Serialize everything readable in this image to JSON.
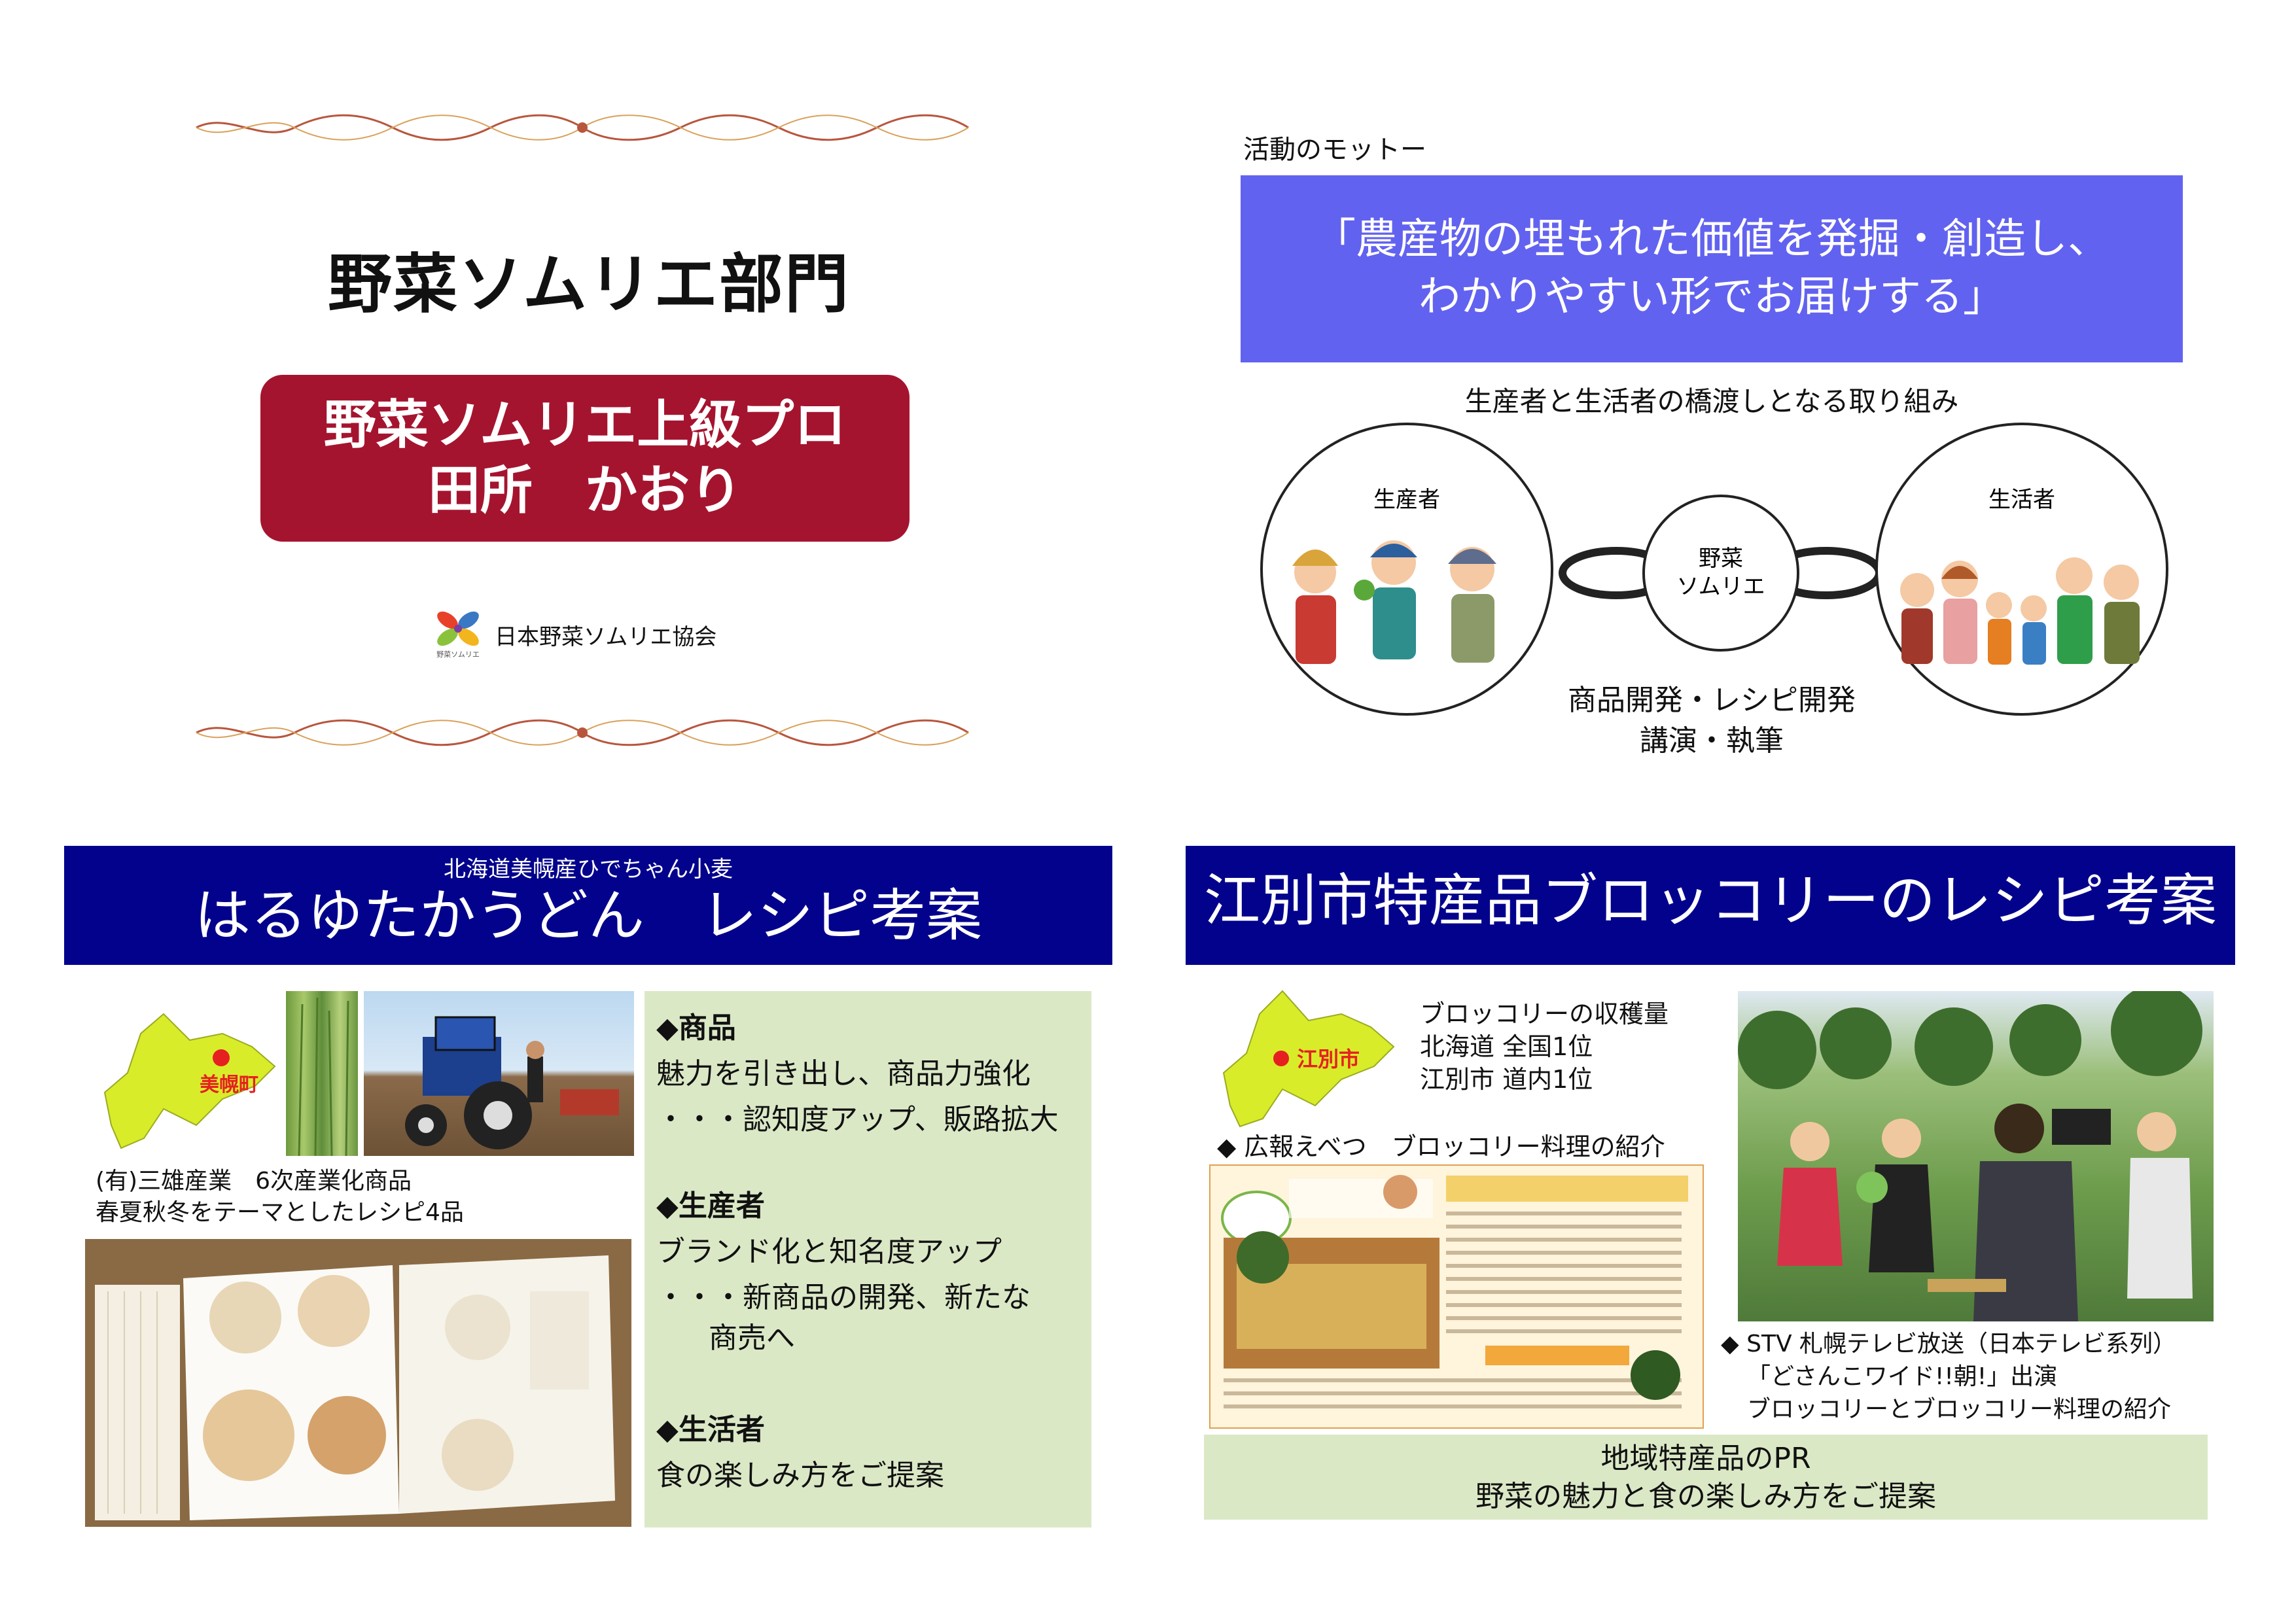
{
  "panel1": {
    "title": "野菜ソムリエ部門",
    "name_line1": "野菜ソムリエ上級プロ",
    "name_line2": "田所　かおり",
    "association": "日本野菜ソムリエ協会",
    "association_small": "野菜ソムリエ"
  },
  "panel2": {
    "motto_label": "活動のモットー",
    "motto_line1": "「農産物の埋もれた価値を発掘・創造し、",
    "motto_line2": "わかりやすい形でお届けする」",
    "bridge_title": "生産者と生活者の橋渡しとなる取り組み",
    "producer": "生産者",
    "sommelier_line1": "野菜",
    "sommelier_line2": "ソムリエ",
    "consumer": "生活者",
    "activity_line1": "商品開発・レシピ開発",
    "activity_line2": "講演・執筆"
  },
  "panel3": {
    "banner_sub": "北海道美幌産ひでちゃん小麦",
    "banner_main": "はるゆたかうどん　レシピ考案",
    "map_label": "美幌町",
    "caption_line1": "(有)三雄産業　6次産業化商品",
    "caption_line2": "春夏秋冬をテーマとしたレシピ4品",
    "product_head": "◆商品",
    "product_line1": "魅力を引き出し、商品力強化",
    "product_line2": "・・・認知度アップ、販路拡大",
    "producer_head": "◆生産者",
    "producer_line1": "ブランド化と知名度アップ",
    "producer_line2": "・・・新商品の開発、新たな",
    "producer_line3": "商売へ",
    "consumer_head": "◆生活者",
    "consumer_line1": "食の楽しみ方をご提案"
  },
  "panel4": {
    "banner_main": "江別市特産品ブロッコリーのレシピ考案",
    "map_label": "江別市",
    "stats_line1": "ブロッコリーの収穫量",
    "stats_line2": "北海道 全国1位",
    "stats_line3": "江別市 道内1位",
    "promo_head": "◆ 広報えべつ　ブロッコリー料理の紹介",
    "stv_line1": "◆ STV 札幌テレビ放送（日本テレビ系列）",
    "stv_line2": "「どさんこワイド!!朝!」出演",
    "stv_line3": "ブロッコリーとブロッコリー料理の紹介",
    "pr_line1": "地域特産品のPR",
    "pr_line2": "野菜の魅力と食の楽しみ方をご提案"
  },
  "colors": {
    "maroon": "#a5142f",
    "motto_blue": "#6262f0",
    "navy": "#02028c",
    "light_green": "#dbe8c6",
    "map_yellow": "#d9ec2a"
  }
}
